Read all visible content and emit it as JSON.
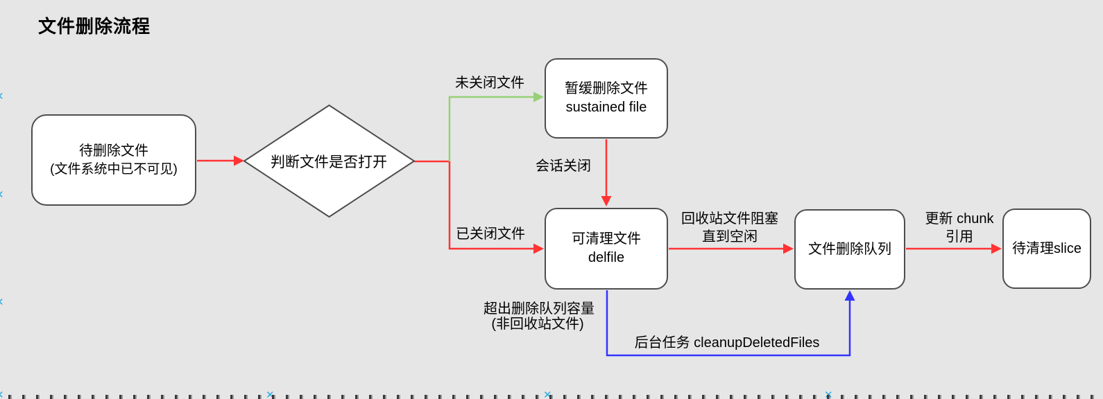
{
  "title": "文件删除流程",
  "nodes": {
    "pending": {
      "line1": "待删除文件",
      "line2": "(文件系统中已不可见)"
    },
    "decision": {
      "label": "判断文件是否打开"
    },
    "sustained": {
      "line1": "暂缓删除文件",
      "line2": "sustained file"
    },
    "delfile": {
      "line1": "可清理文件",
      "line2": "delfile"
    },
    "queue": {
      "label": "文件删除队列"
    },
    "slice": {
      "label": "待清理slice"
    }
  },
  "edges": {
    "open_branch": {
      "label": "未关闭文件",
      "color": "#97d077"
    },
    "closed_branch": {
      "label": "已关闭文件",
      "color": "#ff3333"
    },
    "session_close": {
      "label": "会话关闭",
      "color": "#ff3333"
    },
    "to_queue": {
      "label_line1": "回收站文件阻塞",
      "label_line2": "直到空闲",
      "color": "#ff3333"
    },
    "to_slice": {
      "label_line1": "更新 chunk",
      "label_line2": "引用",
      "color": "#ff3333"
    },
    "overflow": {
      "label_line1": "超出删除队列容量",
      "label_line2": "(非回收站文件)",
      "label_task": "后台任务 cleanupDeletedFiles",
      "color": "#3333ff"
    }
  },
  "colors": {
    "background": "#e6e6e6",
    "node_fill": "#ffffff",
    "node_border": "#4d4d4d",
    "red_edge": "#ff3333",
    "green_edge": "#97d077",
    "blue_edge": "#3333ff",
    "guide_cross": "#29aae3"
  },
  "guides": {
    "cross_glyph": "✕"
  }
}
